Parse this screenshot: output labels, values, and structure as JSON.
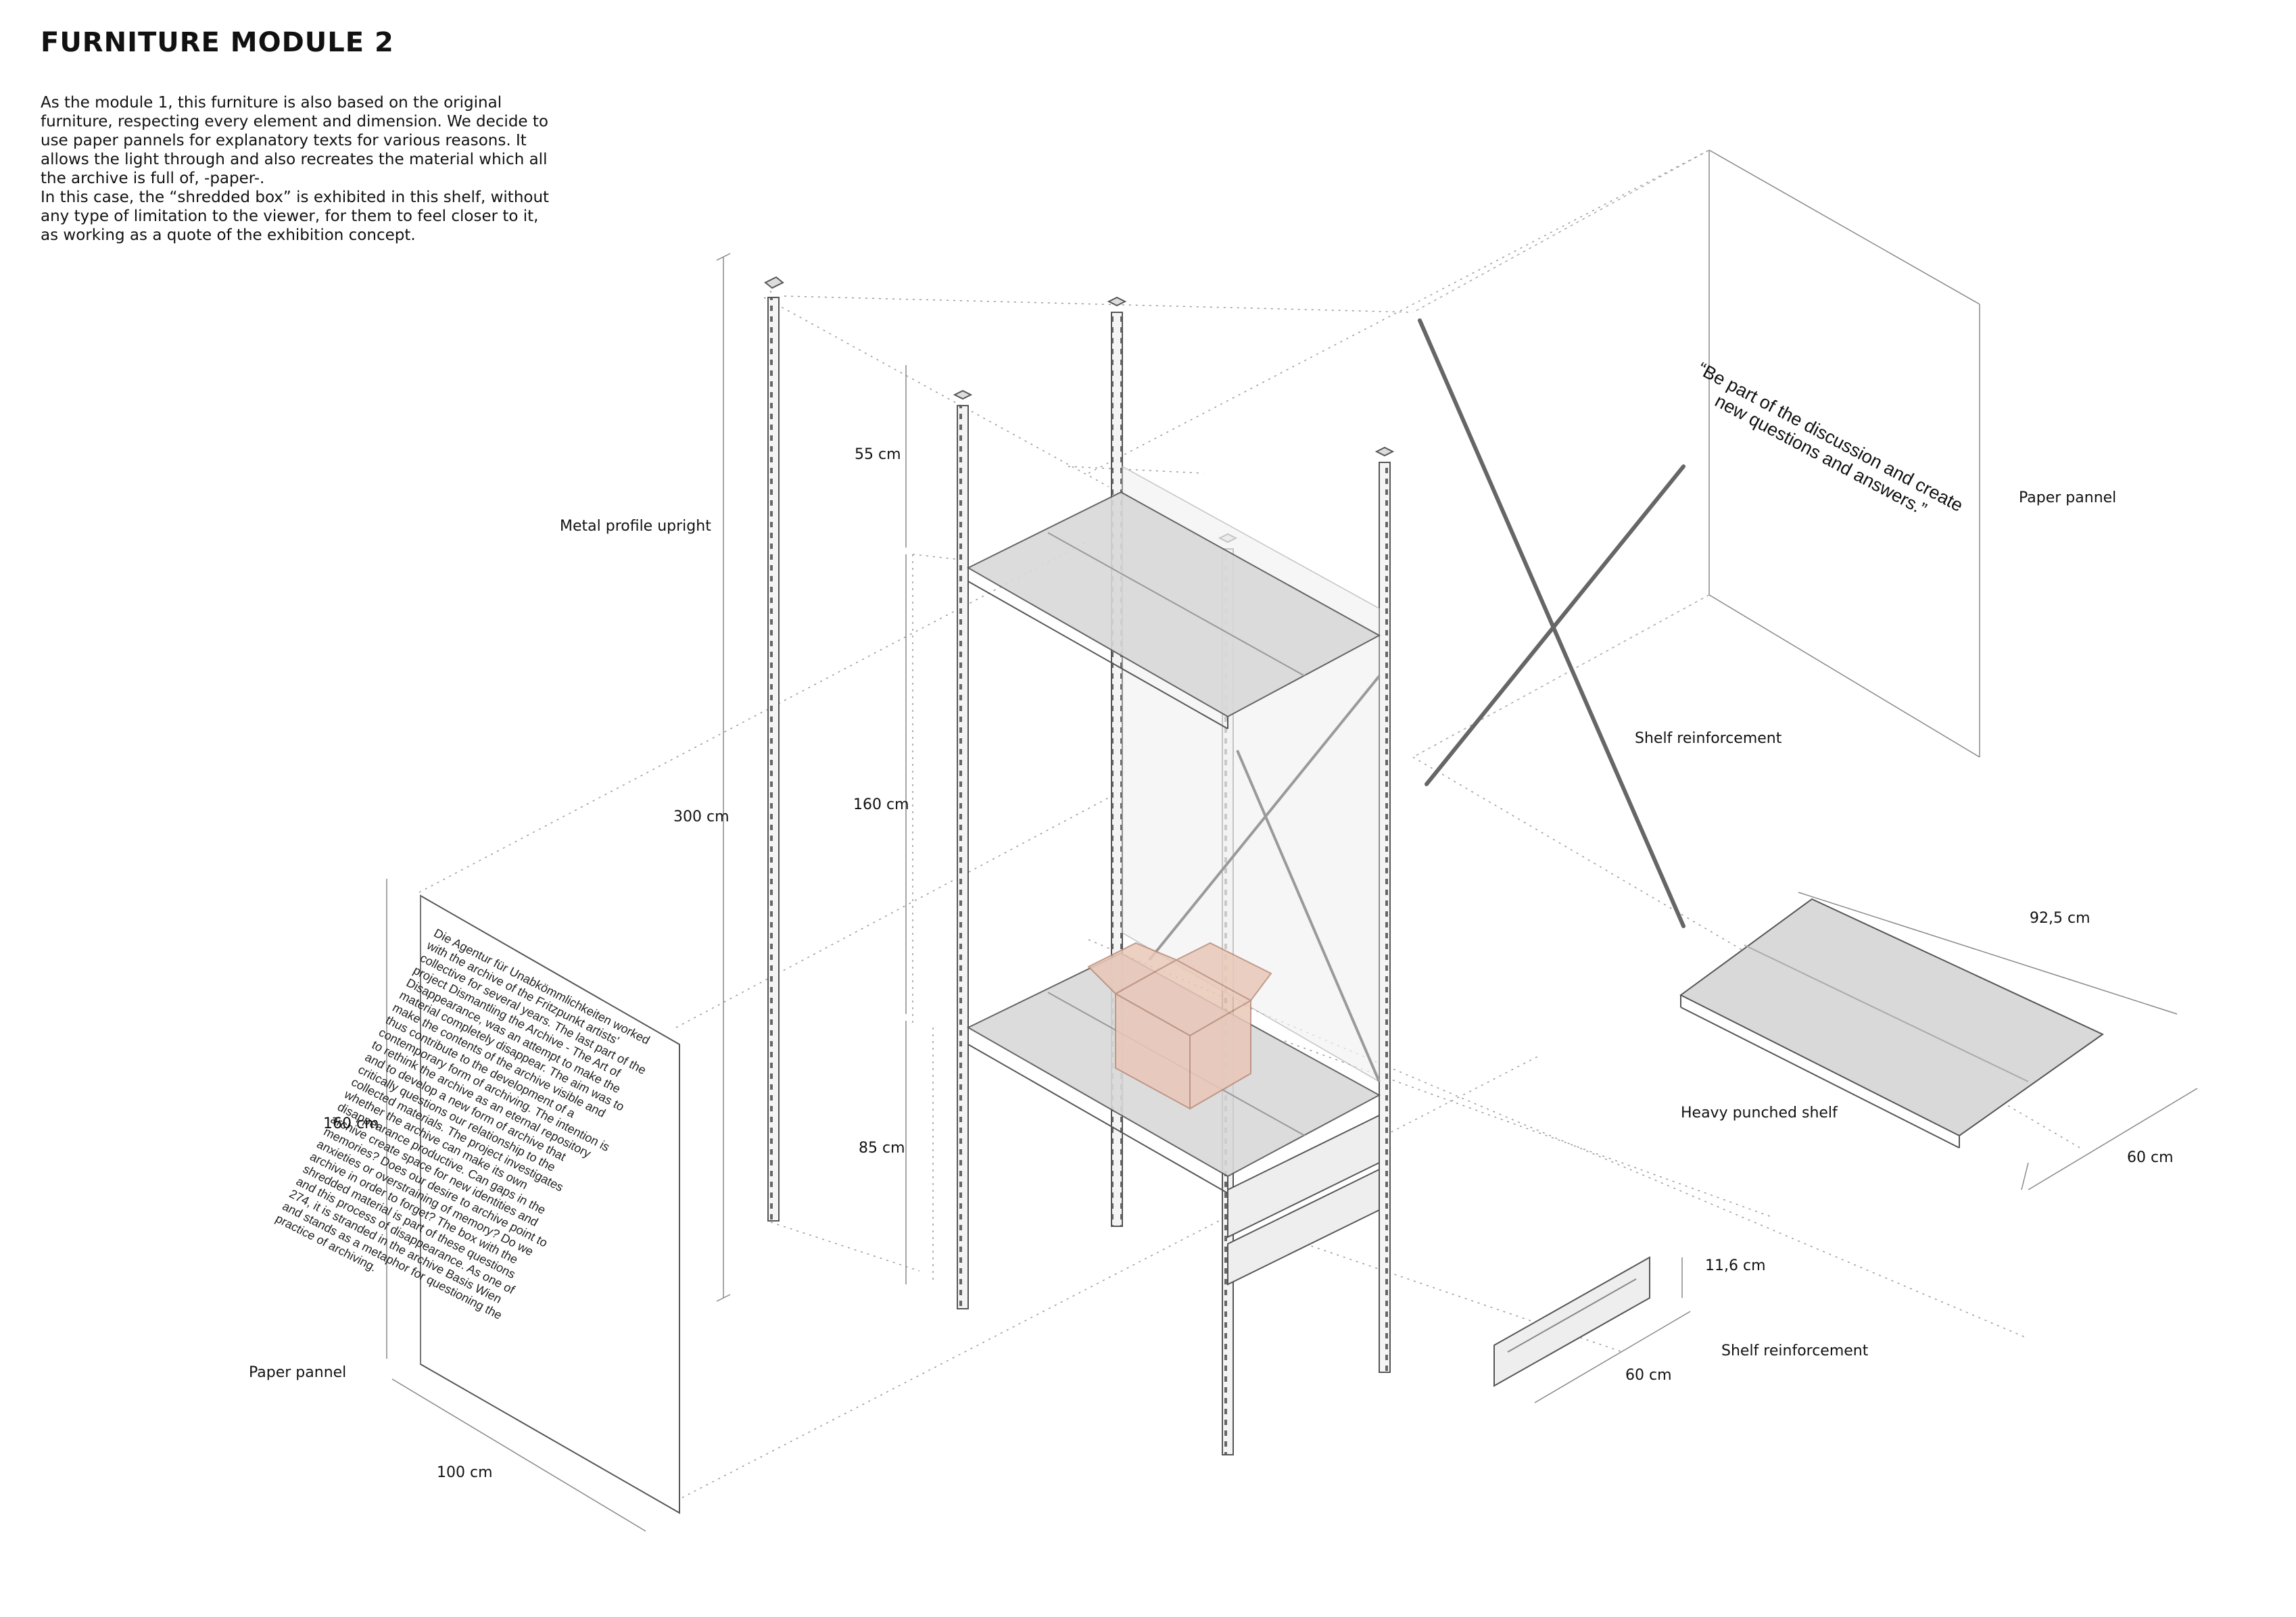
{
  "title": "FURNITURE MODULE 2",
  "intro": [
    "As the module 1, this furniture is also based on the original furniture, respecting every element and dimension. We decide to use paper pannels for explanatory texts for various reasons. It allows the light through and also recreates the material which all the archive is full of, -paper-.",
    "In this case, the “shredded box” is exhibited in this shelf, without any type of limitation to the viewer, for them to feel closer to it, as working as a quote of the exhibition concept."
  ],
  "labels": {
    "metal_profile": "Metal profile upright",
    "paper_pannel_right": "Paper pannel",
    "paper_pannel_left": "Paper pannel",
    "shelf_reinforcement_top": "Shelf reinforcement",
    "shelf_reinforcement_bottom": "Shelf reinforcement",
    "heavy_punched_shelf": "Heavy punched shelf"
  },
  "dimensions": {
    "d55": "55 cm",
    "d160_mid": "160 cm",
    "d85": "85 cm",
    "d300": "300 cm",
    "d160_left": "160 cm",
    "d100": "100 cm",
    "d92_5": "92,5 cm",
    "d60_shelf": "60 cm",
    "d11_6": "11,6 cm",
    "d60_reinf": "60 cm"
  },
  "quote_text": "“Be part of the discussion and create new questions and answers.”",
  "panel_text": "Die Agentur für Unabkömmlichkeiten worked with the archive of the Fritzpunkt artists' collective for several years. The last part of the project Dismantling the Archive - The Art of Disappearance, was an attempt to make the material completely disappear. The aim was to make the contents of the archive visible and thus contribute to the development of a contemporary form of archiving. The intention is to rethink the archive as an eternal repository and to develop a new form of archive that critically questions our relationship to the collected materials. The project investigates whether the archive can make its own disappearance productive. Can gaps in the archive create space for new identities and memories? Does our desire to archive point to anxieties or overstraining of memory? Do we archive in order to forget? The box with the shredded material is part of these questions and this process of disappearance. As one of 274, it is stranded in the archive Basis Wien and stands as a metaphor for questioning the practice of archiving.",
  "colors": {
    "line": "#555555",
    "dotted": "#9a9a9a",
    "shelf_fill": "#d9d9d9",
    "box_fill": "#e9c8b8",
    "box_stroke": "#b88a78"
  }
}
